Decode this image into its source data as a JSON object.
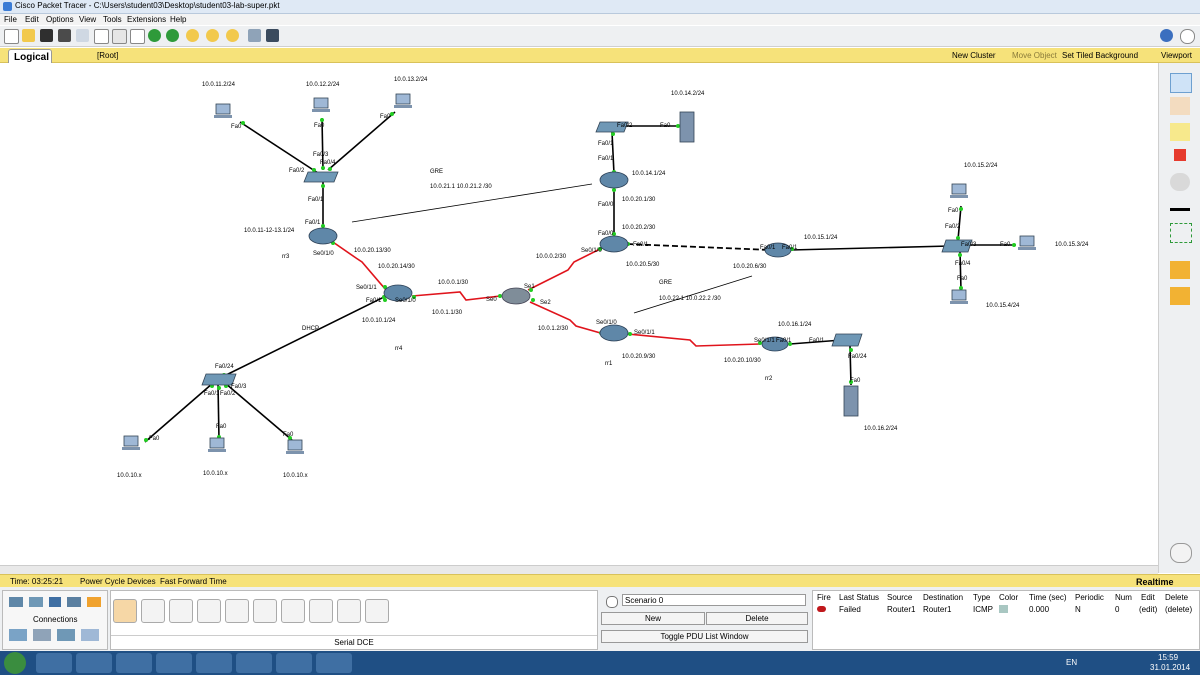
{
  "window": {
    "title": "Cisco Packet Tracer - C:\\Users\\student03\\Desktop\\student03-lab-super.pkt"
  },
  "menu": [
    "File",
    "Edit",
    "Options",
    "View",
    "Tools",
    "Extensions",
    "Help"
  ],
  "workspace": {
    "mode": "Logical",
    "root": "[Root]",
    "new_cluster": "New Cluster",
    "move_object": "Move Object",
    "set_bg": "Set Tiled Background",
    "viewport": "Viewport"
  },
  "topology": {
    "pc_labels": {
      "pc1": "10.0.11.2/24",
      "pc2": "10.0.12.2/24",
      "pc3": "10.0.13.2/24",
      "pc4": "10.0.15.2/24",
      "pc5": "10.0.15.3/24",
      "pc6": "10.0.15.4/24",
      "pc7": "10.0.10.x",
      "pc8": "10.0.10.x",
      "pc9": "10.0.10.x"
    },
    "server_labels": {
      "s1": "10.0.14.2/24",
      "s2": "10.0.16.2/24"
    },
    "router_labels": {
      "rr3": "rr3",
      "rr4": "rr4",
      "rr1": "rr1",
      "rr2": "rr2"
    },
    "ip_labels": {
      "rr3_lan": "10.0.11-12-13.1/24",
      "rr3_wan": "10.0.20.13/30",
      "rr4_wan_a": "10.0.20.14/30",
      "rr4_wan_b": "10.0.0.1/30",
      "rr4_wan_c": "10.0.1.1/30",
      "rr4_lan": "10.0.10.1/24",
      "dhcp": "DHCP",
      "top_lan": "10.0.14.1/24",
      "top_wan": "10.0.20.1/30",
      "top_wan2": "10.0.20.2/30",
      "top_wan3": "10.0.0.2/30",
      "top_wan4": "10.0.20.5/30",
      "mid_wan": "10.0.20.6/30",
      "mid_lan": "10.0.15.1/24",
      "rr1_wan": "10.0.1.2/30",
      "rr1_wan2": "10.0.20.9/30",
      "rr2_wan": "10.0.20.10/30",
      "rr2_lan": "10.0.16.1/24"
    },
    "gre1": {
      "title": "GRE",
      "line": "10.0.21.1   10.0.21.2  /30"
    },
    "gre2": {
      "title": "GRE",
      "line": "10.0.22.1   10.0.22.2  /30"
    },
    "port_labels": [
      "Fa0",
      "Fa0",
      "Fa0",
      "Fa0/3",
      "Fa0/4",
      "Fa0/2",
      "Fa0/1",
      "Fa0/1",
      "Se0/1/0",
      "Se0/1/1",
      "Fa0/1",
      "Se0/1/0",
      "Se0",
      "Se1",
      "Se2",
      "Fa0/2",
      "Fa0",
      "Fa0/1",
      "Fa0/1",
      "Fa0/0",
      "Se0/1/0",
      "Fa0/1",
      "Fa0/0",
      "Fa0/1",
      "Fa0/1",
      "Fa0/3",
      "Fa0",
      "Fa0/2",
      "Fa0",
      "Fa0/4",
      "Fa0",
      "Se0/1/0",
      "Se0/1/1",
      "Se0/1/1",
      "Fa0/1",
      "Fa0/1",
      "Fa0/24",
      "Fa0",
      "Fa0/24",
      "Fa0/3",
      "Fa0/1",
      "Fa0/2",
      "Fa0",
      "Fa0",
      "Fa0"
    ]
  },
  "status": {
    "time": "Time: 03:25:21",
    "power": "Power Cycle Devices",
    "fft": "Fast Forward Time",
    "mode": "Realtime"
  },
  "devices_panel": {
    "caption": "Connections"
  },
  "connections_panel": {
    "caption": "Serial DCE"
  },
  "scenario": {
    "name": "Scenario 0",
    "new": "New",
    "delete": "Delete",
    "toggle": "Toggle PDU List Window"
  },
  "pdu_table": {
    "headers": [
      "Fire",
      "Last Status",
      "Source",
      "Destination",
      "Type",
      "Color",
      "Time (sec)",
      "Periodic",
      "Num",
      "Edit",
      "Delete"
    ],
    "row": [
      "",
      "Failed",
      "Router1",
      "Router1",
      "ICMP",
      "",
      "0.000",
      "N",
      "0",
      "(edit)",
      "(delete)"
    ]
  },
  "taskbar": {
    "lang": "EN",
    "time": "15:59",
    "date": "31.01.2014"
  }
}
